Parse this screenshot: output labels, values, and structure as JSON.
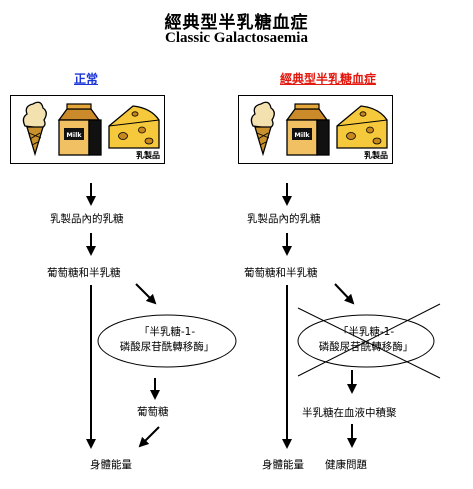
{
  "title": {
    "chinese": "經典型半乳糖血症",
    "english": "Classic Galactosaemia"
  },
  "columns": {
    "normal": {
      "heading": "正常",
      "heading_color": "#1a35d8",
      "panel_label": "乳製品",
      "milk_label": "Milk",
      "step1": "乳製品內的乳糖",
      "step2": "葡萄糖和半乳糖",
      "enzyme_line1": "「半乳糖-1-",
      "enzyme_line2": "磷酸尿苷酰轉移酶」",
      "step3": "葡萄糖",
      "result": "身體能量"
    },
    "galactosaemia": {
      "heading": "經典型半乳糖血症",
      "heading_color": "#e3180f",
      "panel_label": "乳製品",
      "milk_label": "Milk",
      "step1": "乳製品內的乳糖",
      "step2": "葡萄糖和半乳糖",
      "enzyme_line1": "「半乳糖-1-",
      "enzyme_line2": "磷酸尿苷酰轉移酶」",
      "step3": "半乳糖在血液中積聚",
      "result_energy": "身體能量",
      "result_problem": "健康問題"
    }
  },
  "icons": [
    "ice-cream-cone-icon",
    "milk-carton-icon",
    "cheese-wedge-icon"
  ]
}
